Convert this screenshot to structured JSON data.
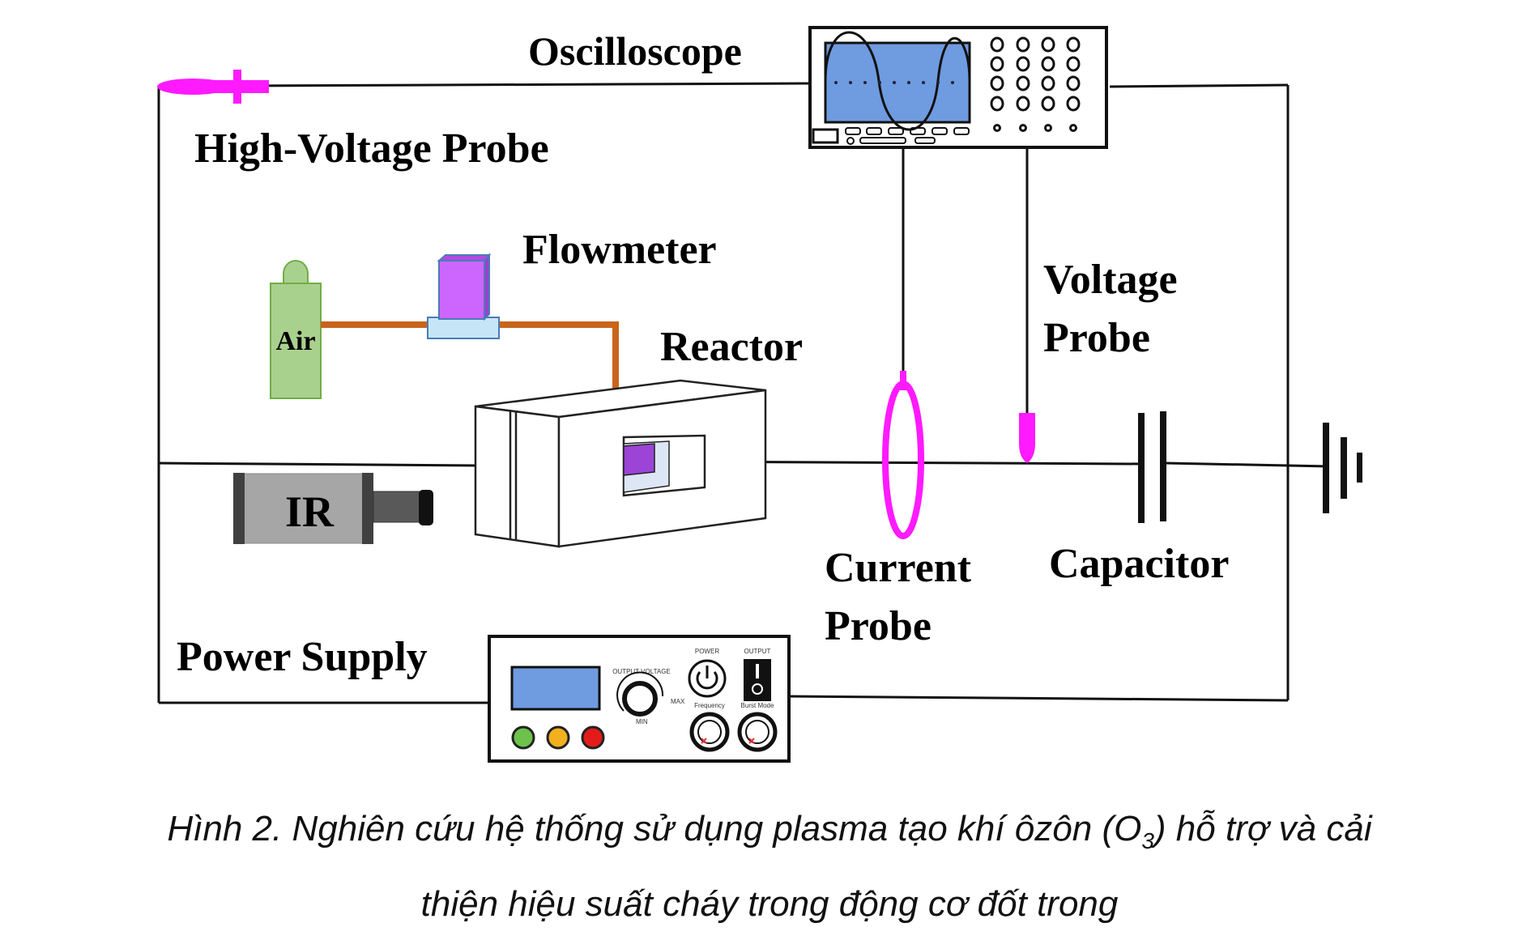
{
  "labels": {
    "oscilloscope": "Oscilloscope",
    "high_voltage_probe": "High-Voltage Probe",
    "flowmeter": "Flowmeter",
    "air": "Air",
    "reactor": "Reactor",
    "voltage_probe_line1": "Voltage",
    "voltage_probe_line2": "Probe",
    "ir": "IR",
    "current_probe_line1": "Current",
    "current_probe_line2": "Probe",
    "capacitor": "Capacitor",
    "power_supply": "Power Supply"
  },
  "power_supply_panel": {
    "output_voltage": "OUTPUT VOLTAGE",
    "max": "MAX",
    "min": "MIN",
    "power": "POWER",
    "output": "OUTPUT",
    "frequency": "Frequency",
    "burst_mode": "Burst Mode",
    "indicator_colors": [
      "#6cc24a",
      "#f2b01e",
      "#e31b1b"
    ],
    "display_color": "#6f9be0"
  },
  "colors": {
    "probe_magenta": "#ff1aff",
    "tube_orange": "#c8651b",
    "cylinder_green": "#a9d18e",
    "flowmeter_purple": "#cc66ff",
    "flowmeter_base": "#c6e6f7",
    "screen_blue": "#6f9be0",
    "electrode_purple": "#9b44d6",
    "ir_gray": "#a6a6a6"
  },
  "caption": {
    "line1_before": "Hình 2. Nghiên cứu hệ thống sử dụng plasma tạo khí ôzôn (O",
    "subscript": "3",
    "line1_after": ") hỗ trợ và cải",
    "line2": "thiện hiệu suất cháy trong động cơ đốt trong"
  }
}
